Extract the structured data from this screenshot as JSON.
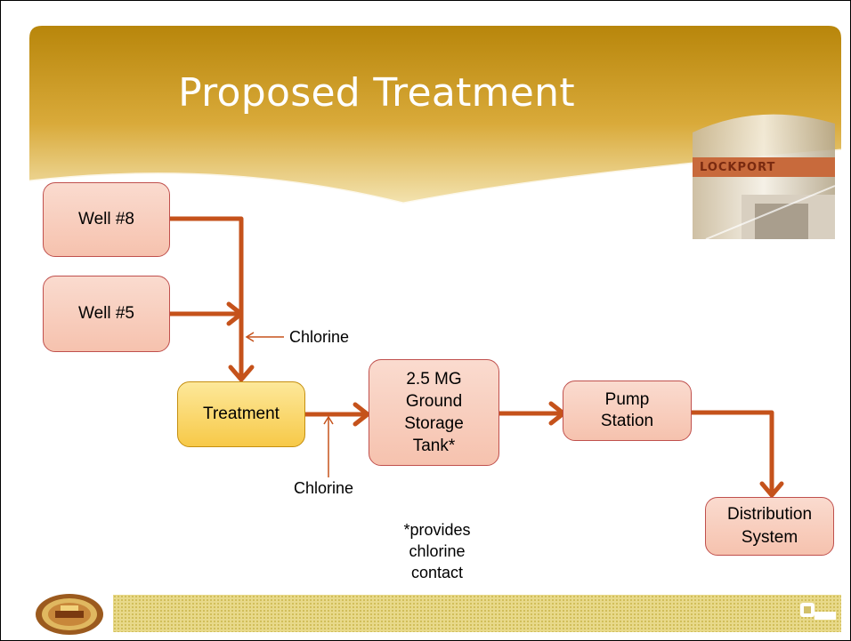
{
  "slide": {
    "title": "Proposed Treatment",
    "tower_text": "LOCKPORT"
  },
  "nodes": {
    "well8": "Well #8",
    "well5": "Well #5",
    "treatment": "Treatment",
    "tank": [
      "2.5 MG",
      "Ground",
      "Storage",
      "Tank*"
    ],
    "pump": [
      "Pump",
      "Station"
    ],
    "distribution": [
      "Distribution",
      "System"
    ]
  },
  "labels": {
    "chlorine_top": "Chlorine",
    "chlorine_bottom": "Chlorine"
  },
  "note": {
    "lines": [
      "*provides",
      "chlorine",
      "contact"
    ]
  },
  "colors": {
    "header_gold": "#b8860b",
    "arrow_orange": "#c5521b",
    "box_fill": "#f6c2ae",
    "treatment_fill": "#f7c948"
  },
  "icons": {
    "seal": "city-seal-icon",
    "logo": "cmt-logo-icon"
  }
}
